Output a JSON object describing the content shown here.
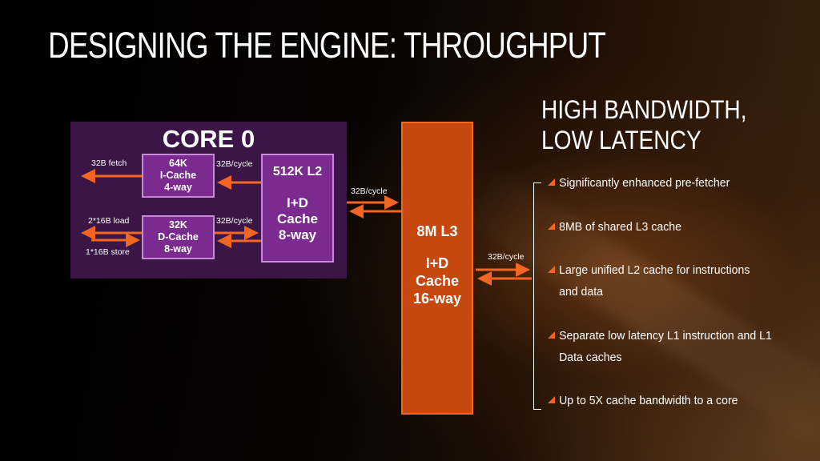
{
  "title": "DESIGNING THE ENGINE: THROUGHPUT",
  "colors": {
    "accent_orange": "#f26522",
    "l3_fill": "#c7480e",
    "core_panel": "#3a1545",
    "cache_box": "#7b2a90",
    "cache_border": "#c78ad8"
  },
  "diagram": {
    "core": {
      "title": "CORE 0",
      "icache": {
        "line1": "64K",
        "line2": "I-Cache",
        "line3": "4-way"
      },
      "dcache": {
        "line1": "32K",
        "line2": "D-Cache",
        "line3": "8-way"
      },
      "l2": {
        "title": "512K L2",
        "line1": "I+D",
        "line2": "Cache",
        "line3": "8-way"
      },
      "labels": {
        "fetch": "32B fetch",
        "load": "2*16B load",
        "store": "1*16B store",
        "icache_l2": "32B/cycle",
        "dcache_l2": "32B/cycle"
      }
    },
    "core_l3_label": "32B/cycle",
    "l3": {
      "title": "8M L3",
      "line1": "I+D",
      "line2": "Cache",
      "line3": "16-way"
    },
    "l3_out_label": "32B/cycle"
  },
  "side": {
    "heading_line1": "HIGH BANDWIDTH,",
    "heading_line2": "LOW LATENCY",
    "bullets": [
      {
        "line1": "Significantly enhanced pre-fetcher"
      },
      {
        "line1": "8MB of shared L3 cache"
      },
      {
        "line1": "Large unified L2 cache for instructions",
        "line2": "and data"
      },
      {
        "line1": "Separate low latency  L1 instruction and L1",
        "line2": "Data caches"
      },
      {
        "line1": "Up to 5X cache bandwidth to a core"
      }
    ]
  }
}
